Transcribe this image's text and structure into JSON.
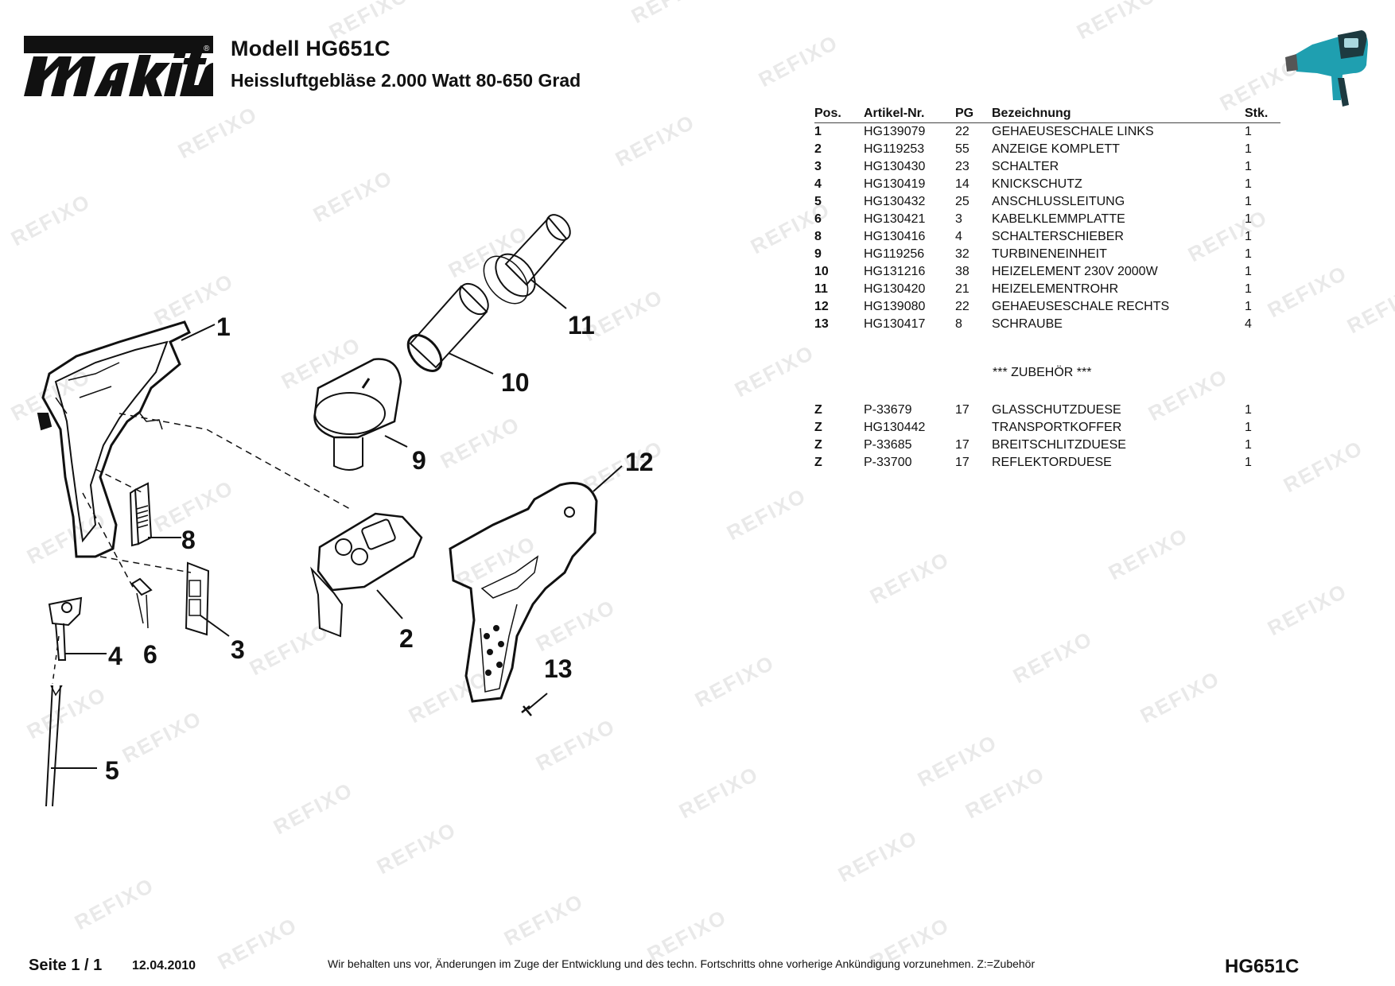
{
  "header": {
    "brand": "makita",
    "model_title": "Modell  HG651C",
    "subtitle": "Heissluftgebläse 2.000 Watt  80-650 Grad"
  },
  "watermark": "REFIXO",
  "table": {
    "headers": [
      "Pos.",
      "Artikel-Nr.",
      "PG",
      "Bezeichnung",
      "Stk."
    ],
    "rows": [
      [
        "1",
        "HG139079",
        "22",
        "GEHAEUSESCHALE LINKS",
        "1"
      ],
      [
        "2",
        "HG119253",
        "55",
        "ANZEIGE KOMPLETT",
        "1"
      ],
      [
        "3",
        "HG130430",
        "23",
        "SCHALTER",
        "1"
      ],
      [
        "4",
        "HG130419",
        "14",
        "KNICKSCHUTZ",
        "1"
      ],
      [
        "5",
        "HG130432",
        "25",
        "ANSCHLUSSLEITUNG",
        "1"
      ],
      [
        "6",
        "HG130421",
        "3",
        "KABELKLEMMPLATTE",
        "1"
      ],
      [
        "8",
        "HG130416",
        "4",
        "SCHALTERSCHIEBER",
        "1"
      ],
      [
        "9",
        "HG119256",
        "32",
        "TURBINENEINHEIT",
        "1"
      ],
      [
        "10",
        "HG131216",
        "38",
        "HEIZELEMENT 230V 2000W",
        "1"
      ],
      [
        "11",
        "HG130420",
        "21",
        "HEIZELEMENTROHR",
        "1"
      ],
      [
        "12",
        "HG139080",
        "22",
        "GEHAEUSESCHALE RECHTS",
        "1"
      ],
      [
        "13",
        "HG130417",
        "8",
        "SCHRAUBE",
        "4"
      ]
    ]
  },
  "accessories": {
    "heading": "*** ZUBEHÖR ***",
    "rows": [
      [
        "Z",
        "P-33679",
        "17",
        "GLASSCHUTZDUESE",
        "1"
      ],
      [
        "Z",
        "HG130442",
        "",
        "TRANSPORTKOFFER",
        "1"
      ],
      [
        "Z",
        "P-33685",
        "17",
        "BREITSCHLITZDUESE",
        "1"
      ],
      [
        "Z",
        "P-33700",
        "17",
        "REFLEKTORDUESE",
        "1"
      ]
    ]
  },
  "diagram": {
    "callouts": [
      "1",
      "2",
      "3",
      "4",
      "5",
      "6",
      "8",
      "9",
      "10",
      "11",
      "12",
      "13"
    ]
  },
  "footer": {
    "page": "Seite 1 / 1",
    "date": "12.04.2010",
    "note": "Wir behalten uns vor, Änderungen im Zuge der Entwicklung und des techn. Fortschritts ohne vorherige Ankündigung vorzunehmen. Z:=Zubehör",
    "model": "HG651C"
  },
  "colors": {
    "product_body": "#1f9fb0",
    "product_dark": "#1d3a40",
    "text": "#111111",
    "watermark": "#e9e9e9"
  }
}
